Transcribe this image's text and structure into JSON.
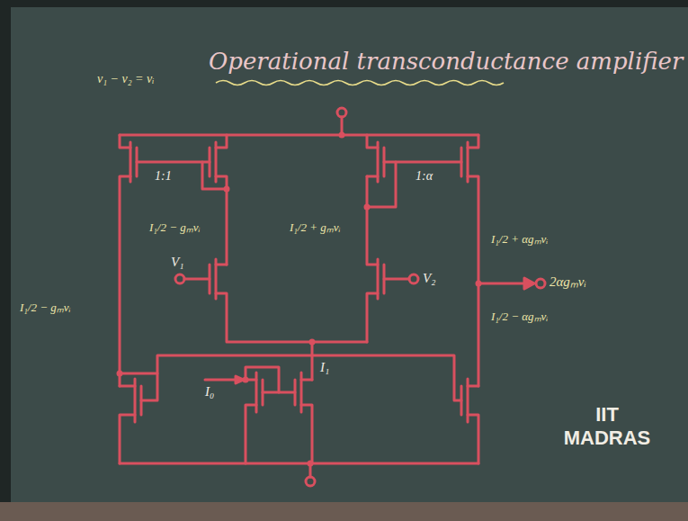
{
  "diagram": {
    "title": "Operational transconductance amplifier",
    "labels": [
      "v₁ − v₂ = vᵢ",
      "1:1",
      "1:α",
      "I₁/2 − gₘvᵢ",
      "I₁/2 + gₘvᵢ",
      "V₁",
      "V₂",
      "I₁/2 − gₘvᵢ",
      "I₁/2 + αgₘvᵢ",
      "2αgₘvᵢ",
      "I₁/2 − αgₘvᵢ",
      "I₀",
      "I₁",
      "IIT MADRAS"
    ]
  }
}
